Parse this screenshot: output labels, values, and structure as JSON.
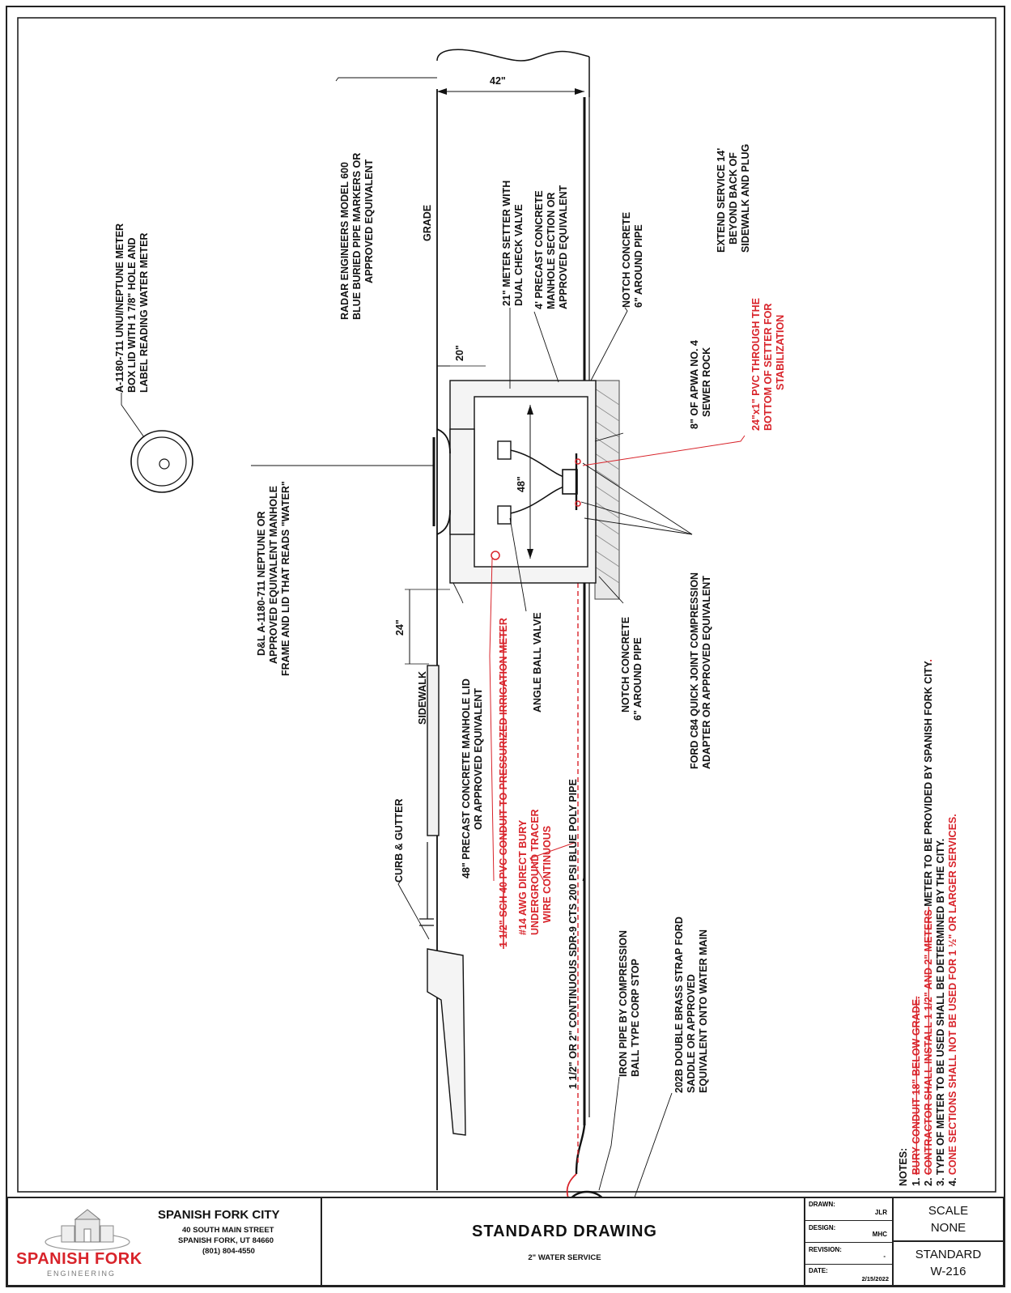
{
  "drawing_labels": {
    "meter_box_lid": [
      "A-1180-711 UNUI/NEPTUNE METER",
      "BOX LID WITH 1 7/8\" HOLE AND",
      "LABEL READING WATER METER"
    ],
    "radar_markers": [
      "RADAR ENGINEERS MODEL 600",
      "BLUE BURIED PIPE MARKERS OR",
      "APPROVED EQUIVALENT"
    ],
    "dim_42": "42\"",
    "grade": "GRADE",
    "meter_setter": [
      "21\" METER SETTER WITH",
      "DUAL CHECK VALVE"
    ],
    "precast_manhole": [
      "4' PRECAST CONCRETE",
      "MANHOLE SECTION OR",
      "APPROVED EQUIVALENT"
    ],
    "notch_concrete_top": [
      "NOTCH CONCRETE",
      "6\" AROUND PIPE"
    ],
    "extend_service": [
      "EXTEND SERVICE 14'",
      "BEYOND BACK OF",
      "SIDEWALK AND PLUG"
    ],
    "dim_20": "20\"",
    "pvc_stabilization": [
      "24\"x1\" PVC THROUGH THE",
      "BOTTOM OF SETTER FOR",
      "STABILIZATION"
    ],
    "sewer_rock": [
      "8\" OF APWA NO. 4",
      "SEWER ROCK"
    ],
    "manhole_frame": [
      "D&L A-1180-711 NEPTUNE OR",
      "APPROVED EQUIVALENT MANHOLE",
      "FRAME AND LID THAT READS \"WATER\""
    ],
    "dim_48": "48\"",
    "dim_24": "24\"",
    "sidewalk": "SIDEWALK",
    "manhole_lid": [
      "48\" PRECAST CONCRETE MANHOLE LID",
      "OR APPROVED EQUIVALENT"
    ],
    "conduit_struck": "1 1/2\" SCH 40 PVC CONDUIT TO PRESSURIZED IRRIGATION METER",
    "angle_ball_valve": "ANGLE BALL VALVE",
    "notch_concrete_bottom": [
      "NOTCH CONCRETE",
      "6\" AROUND PIPE"
    ],
    "ford_c84": [
      "FORD C84 QUICK JOINT COMPRESSION",
      "ADAPTER OR APPROVED EQUIVALENT"
    ],
    "curb_gutter": "CURB & GUTTER",
    "tracer_wire": [
      "#14 AWG DIRECT BURY",
      "UNDERGROUND TRACER",
      "WIRE CONTINUOUS"
    ],
    "poly_pipe": "1 1/2\" OR 2\" CONTINUOUS SDR-9 CTS 200 PSI BLUE POLY PIPE",
    "iron_pipe": [
      "IRON PIPE BY COMPRESSION",
      "BALL TYPE CORP STOP"
    ],
    "saddle": [
      "202B DOUBLE BRASS STRAP FORD",
      "SADDLE OR APPROVED",
      "EQUIVALENT ONTO WATER MAIN"
    ]
  },
  "notes": {
    "heading": "NOTES:",
    "items": [
      {
        "num": "1.",
        "parts": [
          {
            "text": "BURY CONDUIT 18\" BELOW GRADE.",
            "style": "red-strike"
          }
        ]
      },
      {
        "num": "2.",
        "parts": [
          {
            "text": "CONTRACTOR SHALL INSTALL 1 1/2\" AND 2\" METERS ",
            "style": "red-strike"
          },
          {
            "text": "METER TO BE PROVIDED BY SPANISH FORK CITY",
            "style": "black"
          },
          {
            "text": ".",
            "style": "red"
          }
        ]
      },
      {
        "num": "3.",
        "parts": [
          {
            "text": "TYPE OF METER TO BE USED SHALL BE DETERMINED BY THE CITY.",
            "style": "black"
          }
        ]
      },
      {
        "num": "4.",
        "parts": [
          {
            "text": "CONE SECTIONS SHALL NOT BE USED FOR 1 ½\" OR LARGER SERVICES.",
            "style": "red"
          }
        ]
      }
    ]
  },
  "title_block": {
    "logo_word": "SPANISH FORK",
    "logo_sub": "ENGINEERING",
    "city": "SPANISH FORK CITY",
    "address1": "40 SOUTH MAIN STREET",
    "address2": "SPANISH FORK, UT 84660",
    "phone": "(801) 804-4550",
    "title": "STANDARD DRAWING",
    "subtitle": "2\" WATER SERVICE",
    "drawn_label": "DRAWN:",
    "drawn_value": "JLR",
    "design_label": "DESIGN:",
    "design_value": "MHC",
    "revision_label": "REVISION:",
    "revision_value": "-",
    "date_label": "DATE:",
    "date_value": "2/15/2022",
    "scale_label": "SCALE",
    "scale_value": "NONE",
    "standard_label": "STANDARD",
    "standard_value": "W-216"
  },
  "colors": {
    "red_markup": "#d8232a",
    "ink": "#111111"
  }
}
